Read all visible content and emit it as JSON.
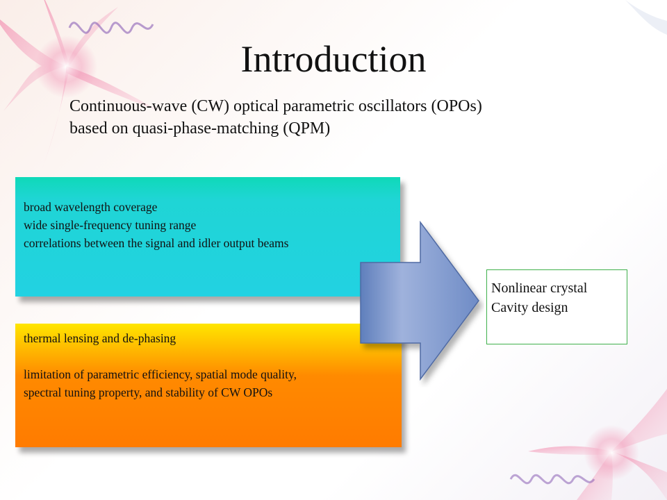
{
  "slide": {
    "title": "Introduction",
    "subtitle_lines": [
      "Continuous-wave (CW) optical parametric oscillators (OPOs)",
      "based on quasi-phase-matching (QPM)"
    ]
  },
  "advantages_box": {
    "lines": [
      "broad wavelength coverage",
      "wide single-frequency tuning range",
      "correlations between the signal and idler output beams"
    ]
  },
  "problems_box": {
    "line1": "thermal lensing and de-phasing",
    "line2": "limitation of parametric efficiency, spatial mode quality,",
    "line3": "spectral tuning property, and stability of CW OPOs"
  },
  "solutions_box": {
    "lines": [
      "Nonlinear crystal",
      "Cavity design"
    ]
  },
  "colors": {
    "cyan_box": "#22d2e2",
    "orange_box": "#ff7b00",
    "arrow_fill": "#7f9acb",
    "solutions_border": "#3fb04b",
    "decoration_pink": "#e889ad",
    "decoration_purple": "#8a5fb5"
  },
  "icons": [
    "arrow-right-icon",
    "starburst-decoration",
    "wave-decoration"
  ]
}
